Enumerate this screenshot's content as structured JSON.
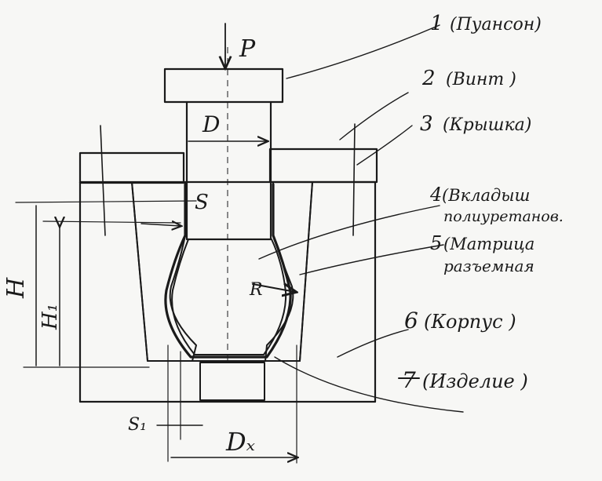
{
  "labels": {
    "force": "P",
    "diameter": "D",
    "wall": "S",
    "height_total": "H",
    "height_inner": "H₁",
    "radius": "R",
    "final_wall": "S₁",
    "final_diameter": "Dₓ"
  },
  "callouts": [
    {
      "num": "1",
      "text": "(Пуансон)"
    },
    {
      "num": "2",
      "text": "(Винт )"
    },
    {
      "num": "3",
      "text": "(Крышка)"
    },
    {
      "num": "4",
      "text": "(Вкладыш",
      "text2": "полиуретанов."
    },
    {
      "num": "5",
      "text": "(Матрица",
      "text2": "разъемная"
    },
    {
      "num": "6",
      "text": "(Корпус )"
    },
    {
      "num": "7",
      "text": "(Изделие )"
    }
  ]
}
